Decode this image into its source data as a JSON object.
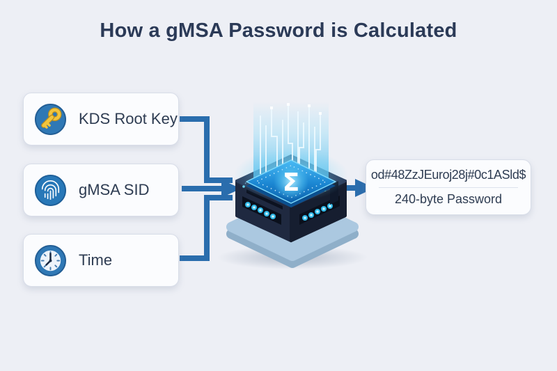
{
  "title": "How a gMSA Password is Calculated",
  "inputs": [
    {
      "label": "KDS Root Key",
      "icon": "key-icon"
    },
    {
      "label": "gMSA SID",
      "icon": "fingerprint-icon"
    },
    {
      "label": "Time",
      "icon": "clock-icon"
    }
  ],
  "processor": {
    "symbol": "Σ",
    "icon": "sigma-processor-chip"
  },
  "output": {
    "password": "od#48ZzJEuroj28j#0c1ASld$",
    "caption": "240-byte Password"
  },
  "colors": {
    "background": "#edeff5",
    "title_text": "#2b3a57",
    "label_text": "#2e3c52",
    "card_bg": "#fbfcfe",
    "card_border": "#d8dde8",
    "divider": "#dde2ec",
    "arrow": "#2a6dad",
    "icon_blue": "#2f78b5",
    "icon_blue_dark": "#235e95",
    "key_gold": "#f2c53d",
    "glow_cyan": "#5ac4ee",
    "led_cyan": "#3fd2f4",
    "led_green": "#8ae58a",
    "chip_top": "#2c3d5c",
    "chip_left": "#1f2940",
    "chip_right": "#161e30",
    "platform": "#abc8e0"
  }
}
